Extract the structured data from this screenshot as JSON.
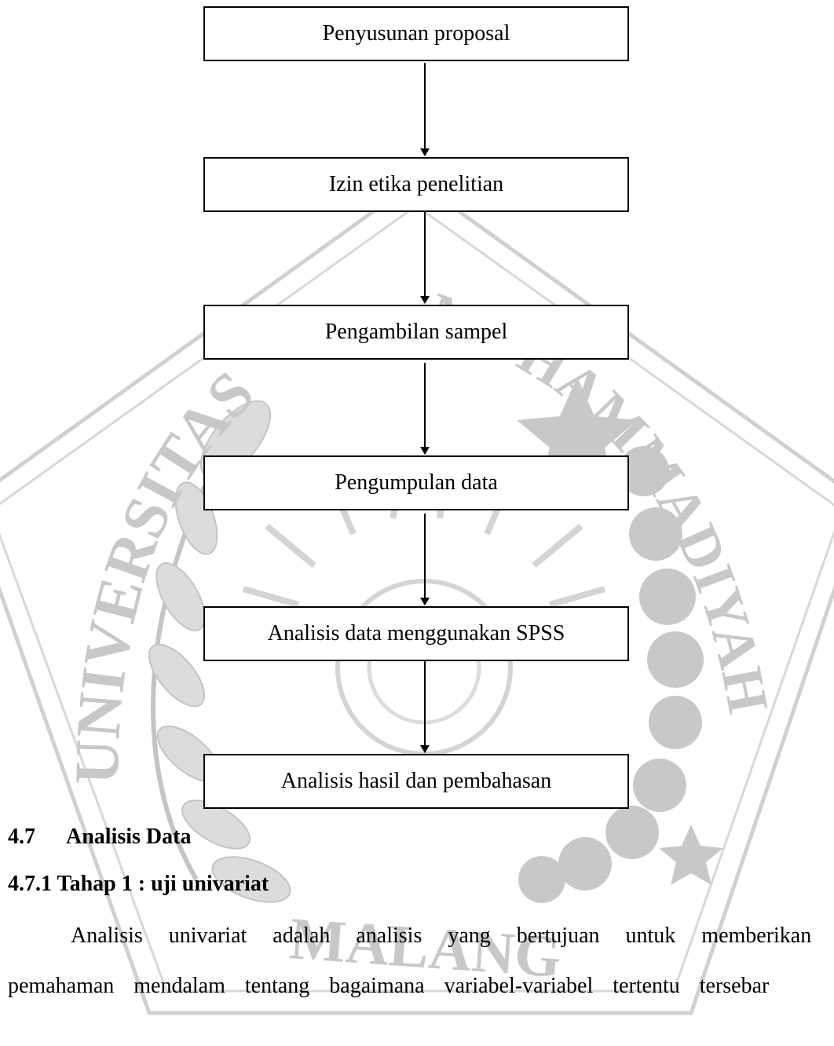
{
  "flowchart": {
    "steps": [
      "Penyusunan proposal",
      "Izin etika penelitian",
      "Pengambilan sampel",
      "Pengumpulan data",
      "Analisis data menggunakan SPSS",
      "Analisis hasil dan pembahasan"
    ]
  },
  "watermark": {
    "arc_left": "UNIVERSITAS",
    "arc_right": "MUHAMMADIYAH",
    "bottom": "MALANG"
  },
  "section": {
    "number": "4.7",
    "title": "Analisis Data"
  },
  "subsection": {
    "number": "4.7.1",
    "title": "Tahap 1 : uji univariat"
  },
  "paragraph": {
    "line1": "Analisis univariat adalah analisis yang bertujuan untuk memberikan",
    "line2": "pemahaman mendalam tentang bagaimana variabel-variabel tertentu tersebar"
  }
}
